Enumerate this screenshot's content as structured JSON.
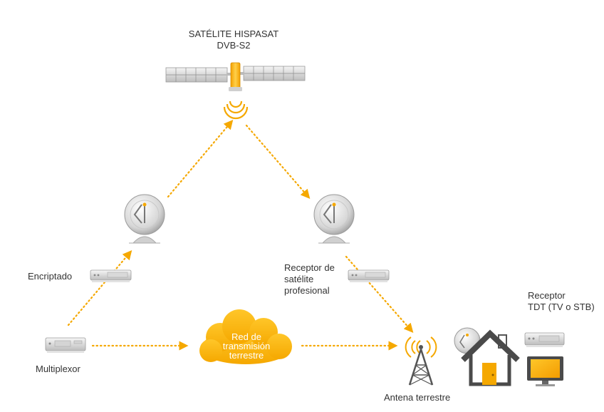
{
  "satellite": {
    "title_line1": "SATÉLITE HISPASAT",
    "title_line2": "DVB-S2"
  },
  "labels": {
    "encriptado": "Encriptado",
    "multiplexor": "Multiplexor",
    "receptor_satelite_line1": "Receptor de",
    "receptor_satelite_line2": "satélite",
    "receptor_satelite_line3": "profesional",
    "receptor_tdt_line1": "Receptor",
    "receptor_tdt_line2": "TDT (TV o STB)",
    "antena_terrestre": "Antena terrestre"
  },
  "cloud": {
    "line1": "Red de",
    "line2": "transmisión",
    "line3": "terrestre"
  },
  "colors": {
    "accent": "#F5A800",
    "accent_light": "#FFC629",
    "device_gray": "#C8C8C8",
    "text": "#333333"
  },
  "icons": [
    "satellite-icon",
    "uplink-dish-icon",
    "downlink-dish-icon",
    "encryptor-device-icon",
    "multiplexer-device-icon",
    "satellite-receiver-device-icon",
    "cloud-icon",
    "antenna-tower-icon",
    "house-icon",
    "tdt-receiver-device-icon",
    "tv-icon"
  ]
}
